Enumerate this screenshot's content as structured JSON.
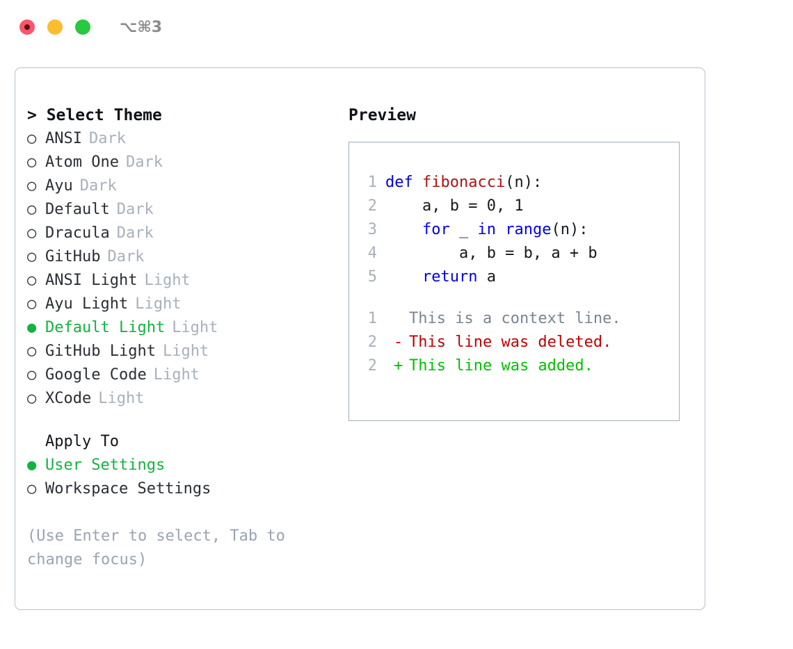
{
  "titlebar": {
    "shortcut": "⌥⌘3",
    "buttons": [
      {
        "name": "close",
        "color": "#f9566a"
      },
      {
        "name": "minimize",
        "color": "#fbbd2e"
      },
      {
        "name": "maximize",
        "color": "#28c840"
      }
    ]
  },
  "theme_panel": {
    "header": "> Select Theme",
    "items": [
      {
        "marker": "○",
        "label": "ANSI",
        "tag": "Dark",
        "selected": false
      },
      {
        "marker": "○",
        "label": "Atom One",
        "tag": "Dark",
        "selected": false
      },
      {
        "marker": "○",
        "label": "Ayu",
        "tag": "Dark",
        "selected": false
      },
      {
        "marker": "○",
        "label": "Default",
        "tag": "Dark",
        "selected": false
      },
      {
        "marker": "○",
        "label": "Dracula",
        "tag": "Dark",
        "selected": false
      },
      {
        "marker": "○",
        "label": "GitHub",
        "tag": "Dark",
        "selected": false
      },
      {
        "marker": "○",
        "label": "ANSI Light",
        "tag": "Light",
        "selected": false
      },
      {
        "marker": "○",
        "label": "Ayu Light",
        "tag": "Light",
        "selected": false
      },
      {
        "marker": "●",
        "label": "Default Light",
        "tag": "Light",
        "selected": true
      },
      {
        "marker": "○",
        "label": "GitHub Light",
        "tag": "Light",
        "selected": false
      },
      {
        "marker": "○",
        "label": "Google Code",
        "tag": "Light",
        "selected": false
      },
      {
        "marker": "○",
        "label": "XCode",
        "tag": "Light",
        "selected": false
      }
    ]
  },
  "apply_to": {
    "title": "Apply To",
    "items": [
      {
        "marker": "●",
        "label": "User Settings",
        "selected": true
      },
      {
        "marker": "○",
        "label": "Workspace Settings",
        "selected": false
      }
    ]
  },
  "help": {
    "text": "(Use Enter to select, Tab to change focus)"
  },
  "preview": {
    "title": "Preview",
    "code": [
      {
        "lineno": "1",
        "tokens": [
          {
            "t": "def ",
            "c": "kw"
          },
          {
            "t": "fibonacci",
            "c": "fn"
          },
          {
            "t": "(n):",
            "c": "plain"
          }
        ]
      },
      {
        "lineno": "2",
        "tokens": [
          {
            "t": "    a, b = 0, 1",
            "c": "plain"
          }
        ]
      },
      {
        "lineno": "3",
        "tokens": [
          {
            "t": "    ",
            "c": "plain"
          },
          {
            "t": "for",
            "c": "kw"
          },
          {
            "t": " _ ",
            "c": "plain"
          },
          {
            "t": "in",
            "c": "kw"
          },
          {
            "t": " ",
            "c": "plain"
          },
          {
            "t": "range",
            "c": "kw"
          },
          {
            "t": "(n):",
            "c": "plain"
          }
        ]
      },
      {
        "lineno": "4",
        "tokens": [
          {
            "t": "        a, b = b, a + b",
            "c": "plain"
          }
        ]
      },
      {
        "lineno": "5",
        "tokens": [
          {
            "t": "    ",
            "c": "plain"
          },
          {
            "t": "return",
            "c": "kw"
          },
          {
            "t": " a",
            "c": "plain"
          }
        ]
      }
    ],
    "diff": [
      {
        "lineno": "1",
        "sign": " ",
        "text": "This is a context line.",
        "kind": "ctx"
      },
      {
        "lineno": "2",
        "sign": "-",
        "text": "This line was deleted.",
        "kind": "del"
      },
      {
        "lineno": "2",
        "sign": "+",
        "text": "This line was added.",
        "kind": "add"
      }
    ]
  },
  "colors": {
    "accent_green": "#12b33f",
    "diff_add": "#00c000",
    "diff_del": "#c00000",
    "keyword_blue": "#0000e6",
    "function_red": "#b01111",
    "muted_gray": "#a8b0bc",
    "border_gray": "#b9c0cb",
    "preview_border": "#a0acbc"
  }
}
